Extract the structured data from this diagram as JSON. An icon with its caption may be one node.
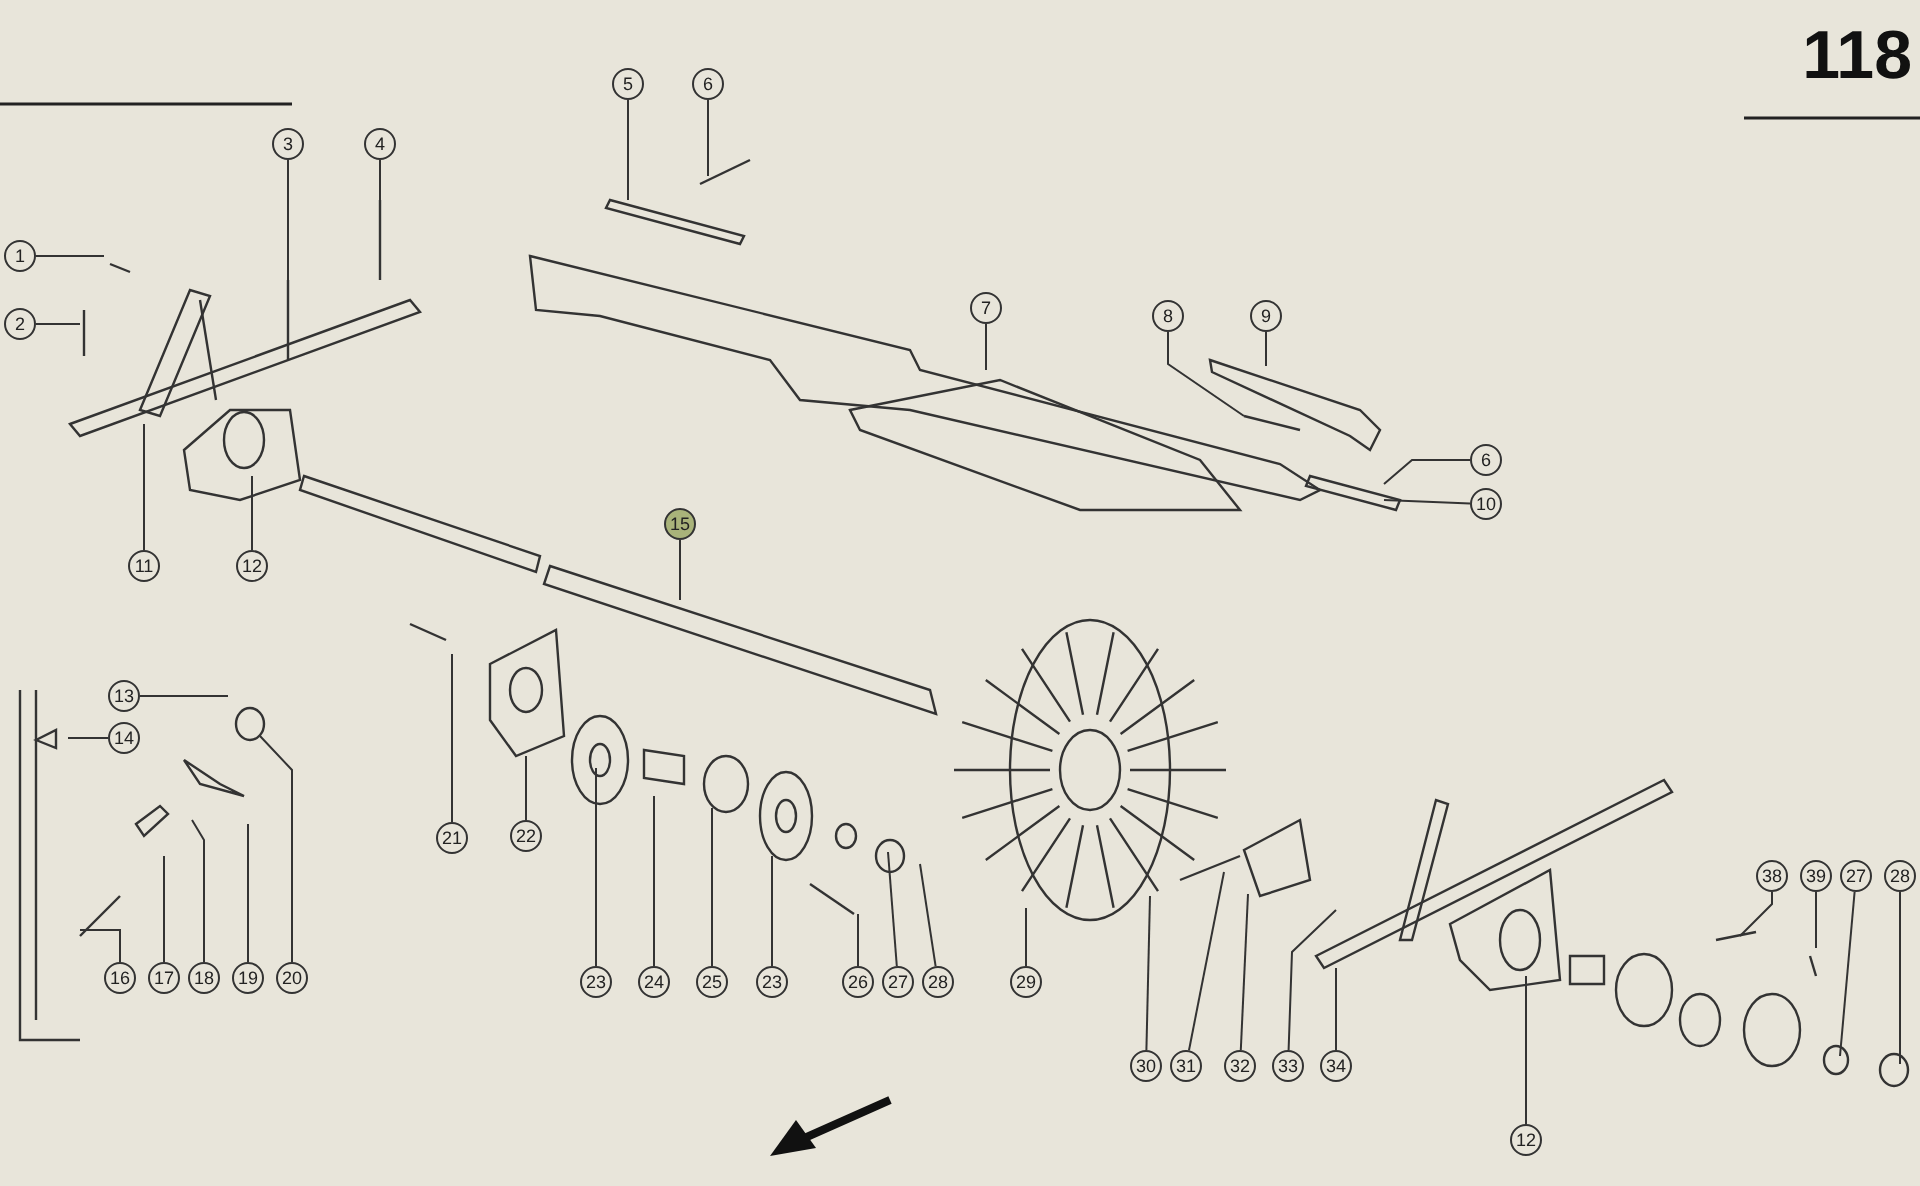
{
  "diagram": {
    "nodes": [
      {
        "text": [
          "1"
        ]
      },
      {
        "text": [
          "2"
        ]
      },
      {
        "text": [
          "3"
        ]
      },
      {
        "text": [
          "4"
        ]
      },
      {
        "text": [
          "5"
        ]
      },
      {
        "text": [
          "6"
        ]
      },
      {
        "text": [
          "7"
        ]
      },
      {
        "text": [
          "8"
        ]
      },
      {
        "text": [
          "9"
        ]
      },
      {
        "text": [
          "6"
        ]
      },
      {
        "text": [
          "10"
        ]
      },
      {
        "text": [
          "11"
        ]
      },
      {
        "text": [
          "12"
        ]
      },
      {
        "text": [
          "15"
        ]
      },
      {
        "text": [
          "13"
        ]
      },
      {
        "text": [
          "14"
        ]
      },
      {
        "text": [
          "16"
        ]
      },
      {
        "text": [
          "17"
        ]
      },
      {
        "text": [
          "18"
        ]
      },
      {
        "text": [
          "19"
        ]
      },
      {
        "text": [
          "20"
        ]
      },
      {
        "text": [
          "21"
        ]
      },
      {
        "text": [
          "22"
        ]
      },
      {
        "text": [
          "23"
        ]
      },
      {
        "text": [
          "24"
        ]
      },
      {
        "text": [
          "25"
        ]
      },
      {
        "text": [
          "23"
        ]
      },
      {
        "text": [
          "26"
        ]
      },
      {
        "text": [
          "27"
        ]
      },
      {
        "text": [
          "28"
        ]
      },
      {
        "text": [
          "29"
        ]
      },
      {
        "text": [
          "30"
        ]
      },
      {
        "text": [
          "31"
        ]
      },
      {
        "text": [
          "32"
        ]
      },
      {
        "text": [
          "33"
        ]
      },
      {
        "text": [
          "34"
        ]
      },
      {
        "text": [
          "12"
        ]
      },
      {
        "text": [
          "38"
        ]
      },
      {
        "text": [
          "39"
        ]
      },
      {
        "text": [
          "27"
        ]
      },
      {
        "text": [
          "28"
        ]
      }
    ],
    "edges": [
      {
        "from": 0,
        "to": null,
        "arrow": "none"
      },
      {
        "from": 1,
        "to": null,
        "arrow": "none"
      },
      {
        "from": 2,
        "to": null,
        "arrow": "none"
      },
      {
        "from": 3,
        "to": null,
        "arrow": "none"
      },
      {
        "from": 4,
        "to": null,
        "arrow": "none"
      },
      {
        "from": 5,
        "to": null,
        "arrow": "none"
      },
      {
        "from": 6,
        "to": null,
        "arrow": "none"
      },
      {
        "from": 7,
        "to": null,
        "arrow": "none"
      },
      {
        "from": 8,
        "to": null,
        "arrow": "none"
      },
      {
        "from": 9,
        "to": null,
        "arrow": "none"
      },
      {
        "from": 10,
        "to": null,
        "arrow": "none"
      },
      {
        "from": 11,
        "to": null,
        "arrow": "none"
      },
      {
        "from": 12,
        "to": null,
        "arrow": "none"
      },
      {
        "from": 13,
        "to": null,
        "arrow": "none"
      },
      {
        "from": 14,
        "to": null,
        "arrow": "none"
      },
      {
        "from": 15,
        "to": null,
        "arrow": "none"
      },
      {
        "from": 16,
        "to": null,
        "arrow": "none"
      },
      {
        "from": 17,
        "to": null,
        "arrow": "none"
      },
      {
        "from": 18,
        "to": null,
        "arrow": "none"
      },
      {
        "from": 19,
        "to": null,
        "arrow": "none"
      },
      {
        "from": 20,
        "to": null,
        "arrow": "none"
      },
      {
        "from": 21,
        "to": null,
        "arrow": "none"
      },
      {
        "from": 22,
        "to": null,
        "arrow": "none"
      },
      {
        "from": 23,
        "to": null,
        "arrow": "none"
      },
      {
        "from": 24,
        "to": null,
        "arrow": "none"
      },
      {
        "from": 25,
        "to": null,
        "arrow": "none"
      },
      {
        "from": 26,
        "to": null,
        "arrow": "none"
      },
      {
        "from": 27,
        "to": null,
        "arrow": "none"
      },
      {
        "from": 28,
        "to": null,
        "arrow": "none"
      },
      {
        "from": 29,
        "to": null,
        "arrow": "none"
      },
      {
        "from": 30,
        "to": null,
        "arrow": "none"
      },
      {
        "from": 31,
        "to": null,
        "arrow": "none"
      },
      {
        "from": 32,
        "to": null,
        "arrow": "none"
      },
      {
        "from": 33,
        "to": null,
        "arrow": "none"
      },
      {
        "from": 34,
        "to": null,
        "arrow": "none"
      },
      {
        "from": 35,
        "to": null,
        "arrow": "none"
      },
      {
        "from": 36,
        "to": null,
        "arrow": "none"
      },
      {
        "from": 37,
        "to": null,
        "arrow": "none"
      },
      {
        "from": 38,
        "to": null,
        "arrow": "none"
      },
      {
        "from": 39,
        "to": null,
        "arrow": "none"
      },
      {
        "from": 40,
        "to": null,
        "arrow": "none"
      }
    ],
    "labels": [
      "118"
    ]
  }
}
